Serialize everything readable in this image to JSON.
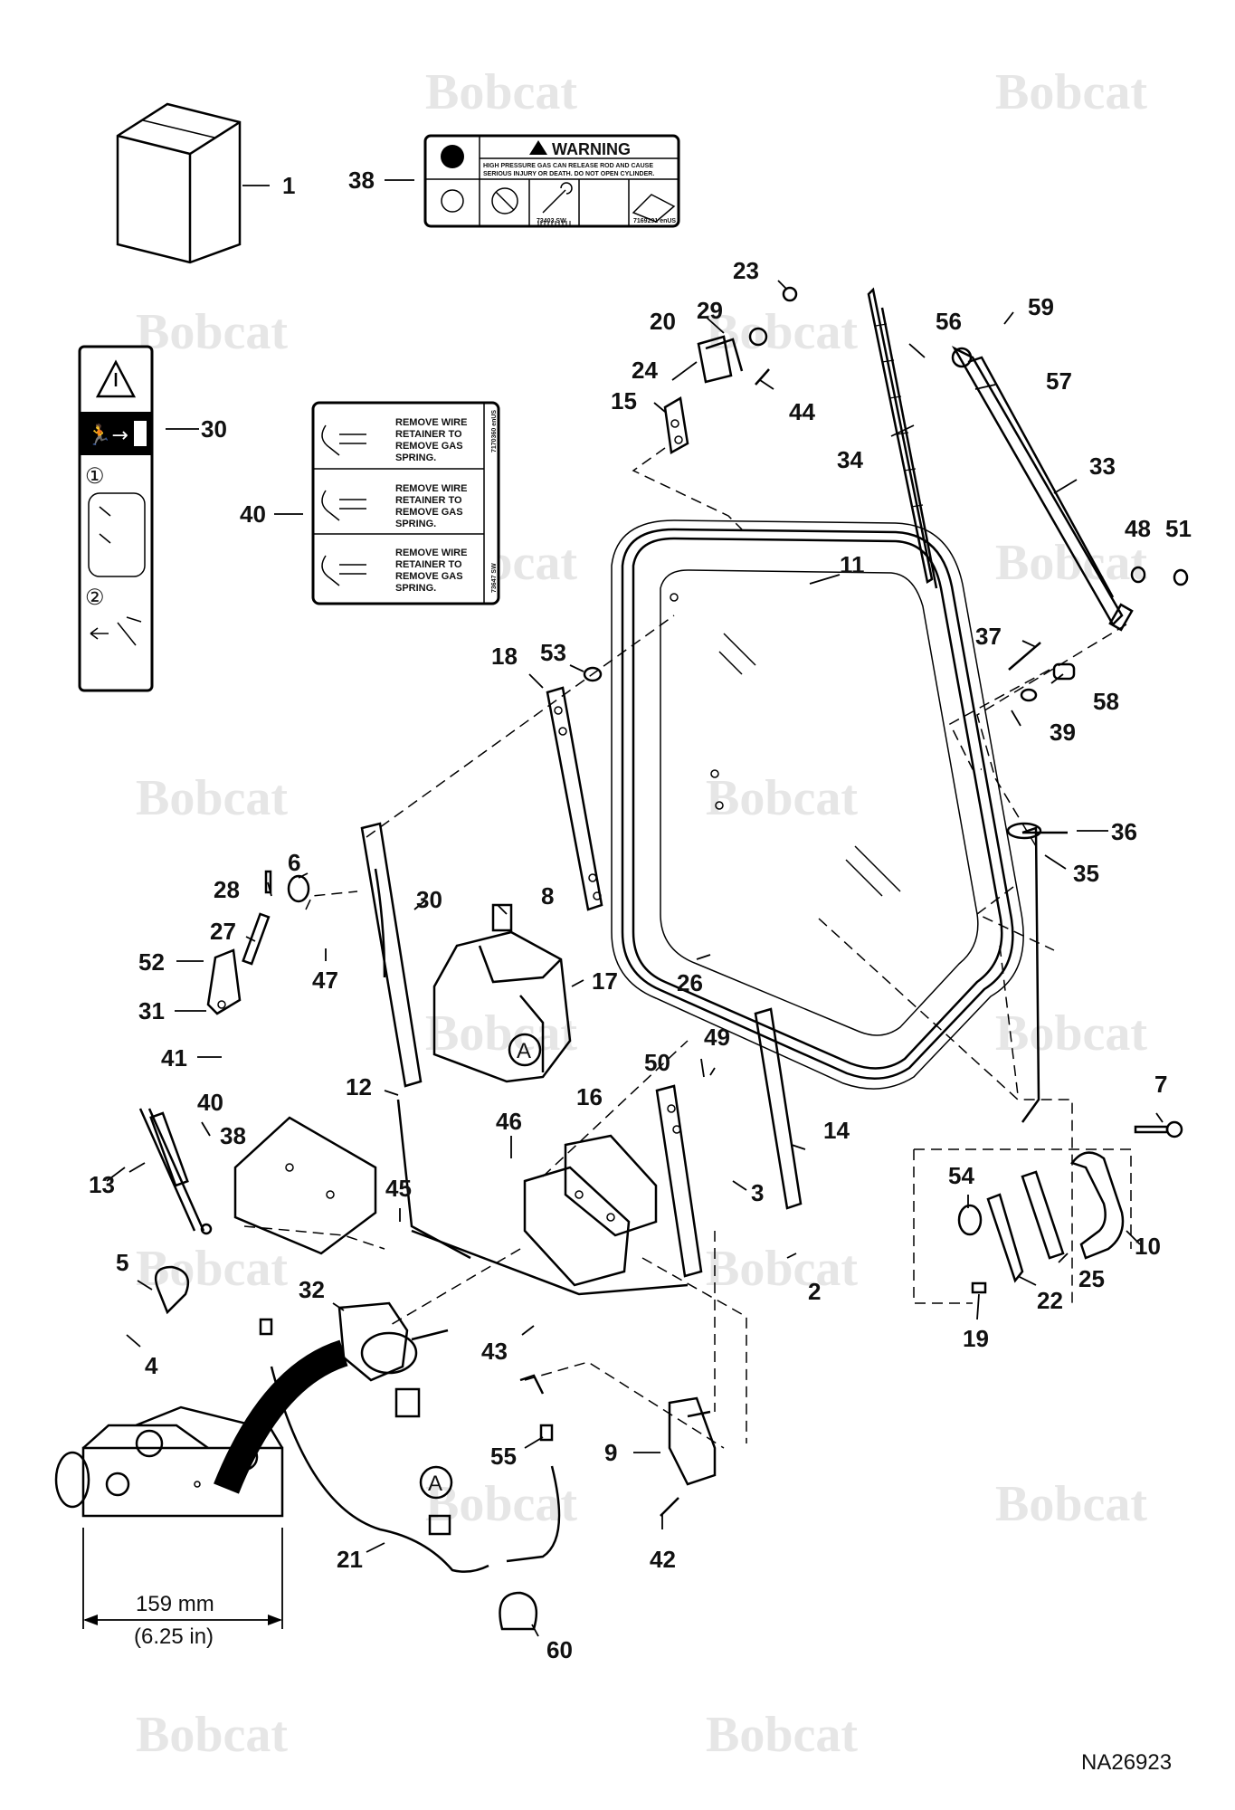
{
  "watermark": "Bobcat",
  "figure_id": "NA26923",
  "callouts": [
    "1",
    "2",
    "3",
    "4",
    "5",
    "6",
    "7",
    "8",
    "9",
    "10",
    "11",
    "12",
    "13",
    "14",
    "15",
    "16",
    "17",
    "18",
    "19",
    "20",
    "21",
    "22",
    "23",
    "24",
    "25",
    "26",
    "27",
    "28",
    "29",
    "30",
    "31",
    "32",
    "33",
    "34",
    "35",
    "36",
    "37",
    "38",
    "39",
    "40",
    "41",
    "42",
    "43",
    "44",
    "45",
    "46",
    "47",
    "48",
    "49",
    "50",
    "51",
    "52",
    "53",
    "54",
    "55",
    "56",
    "57",
    "58",
    "59",
    "60"
  ],
  "section_marker": "A",
  "dimension": {
    "metric": "159 mm",
    "imperial": "(6.25 in)"
  },
  "warning_decal": {
    "heading": "WARNING",
    "line1": "HIGH PRESSURE GAS CAN RELEASE ROD AND CAUSE",
    "line2": "SERIOUS INJURY OR DEATH. DO NOT OPEN CYLINDER.",
    "code_left": "73403 SW",
    "code_right": "7169291 enUS"
  },
  "instruction_decal": {
    "step_text": [
      "REMOVE WIRE",
      "RETAINER TO",
      "REMOVE GAS",
      "SPRING."
    ],
    "side_code": "7170360 enUS",
    "bottom_code": "73647 SW"
  },
  "exit_decal": {
    "step1": "①",
    "step2": "②"
  },
  "colors": {
    "ink": "#000000",
    "watermark": "#e6e6e6",
    "paper": "#ffffff"
  }
}
